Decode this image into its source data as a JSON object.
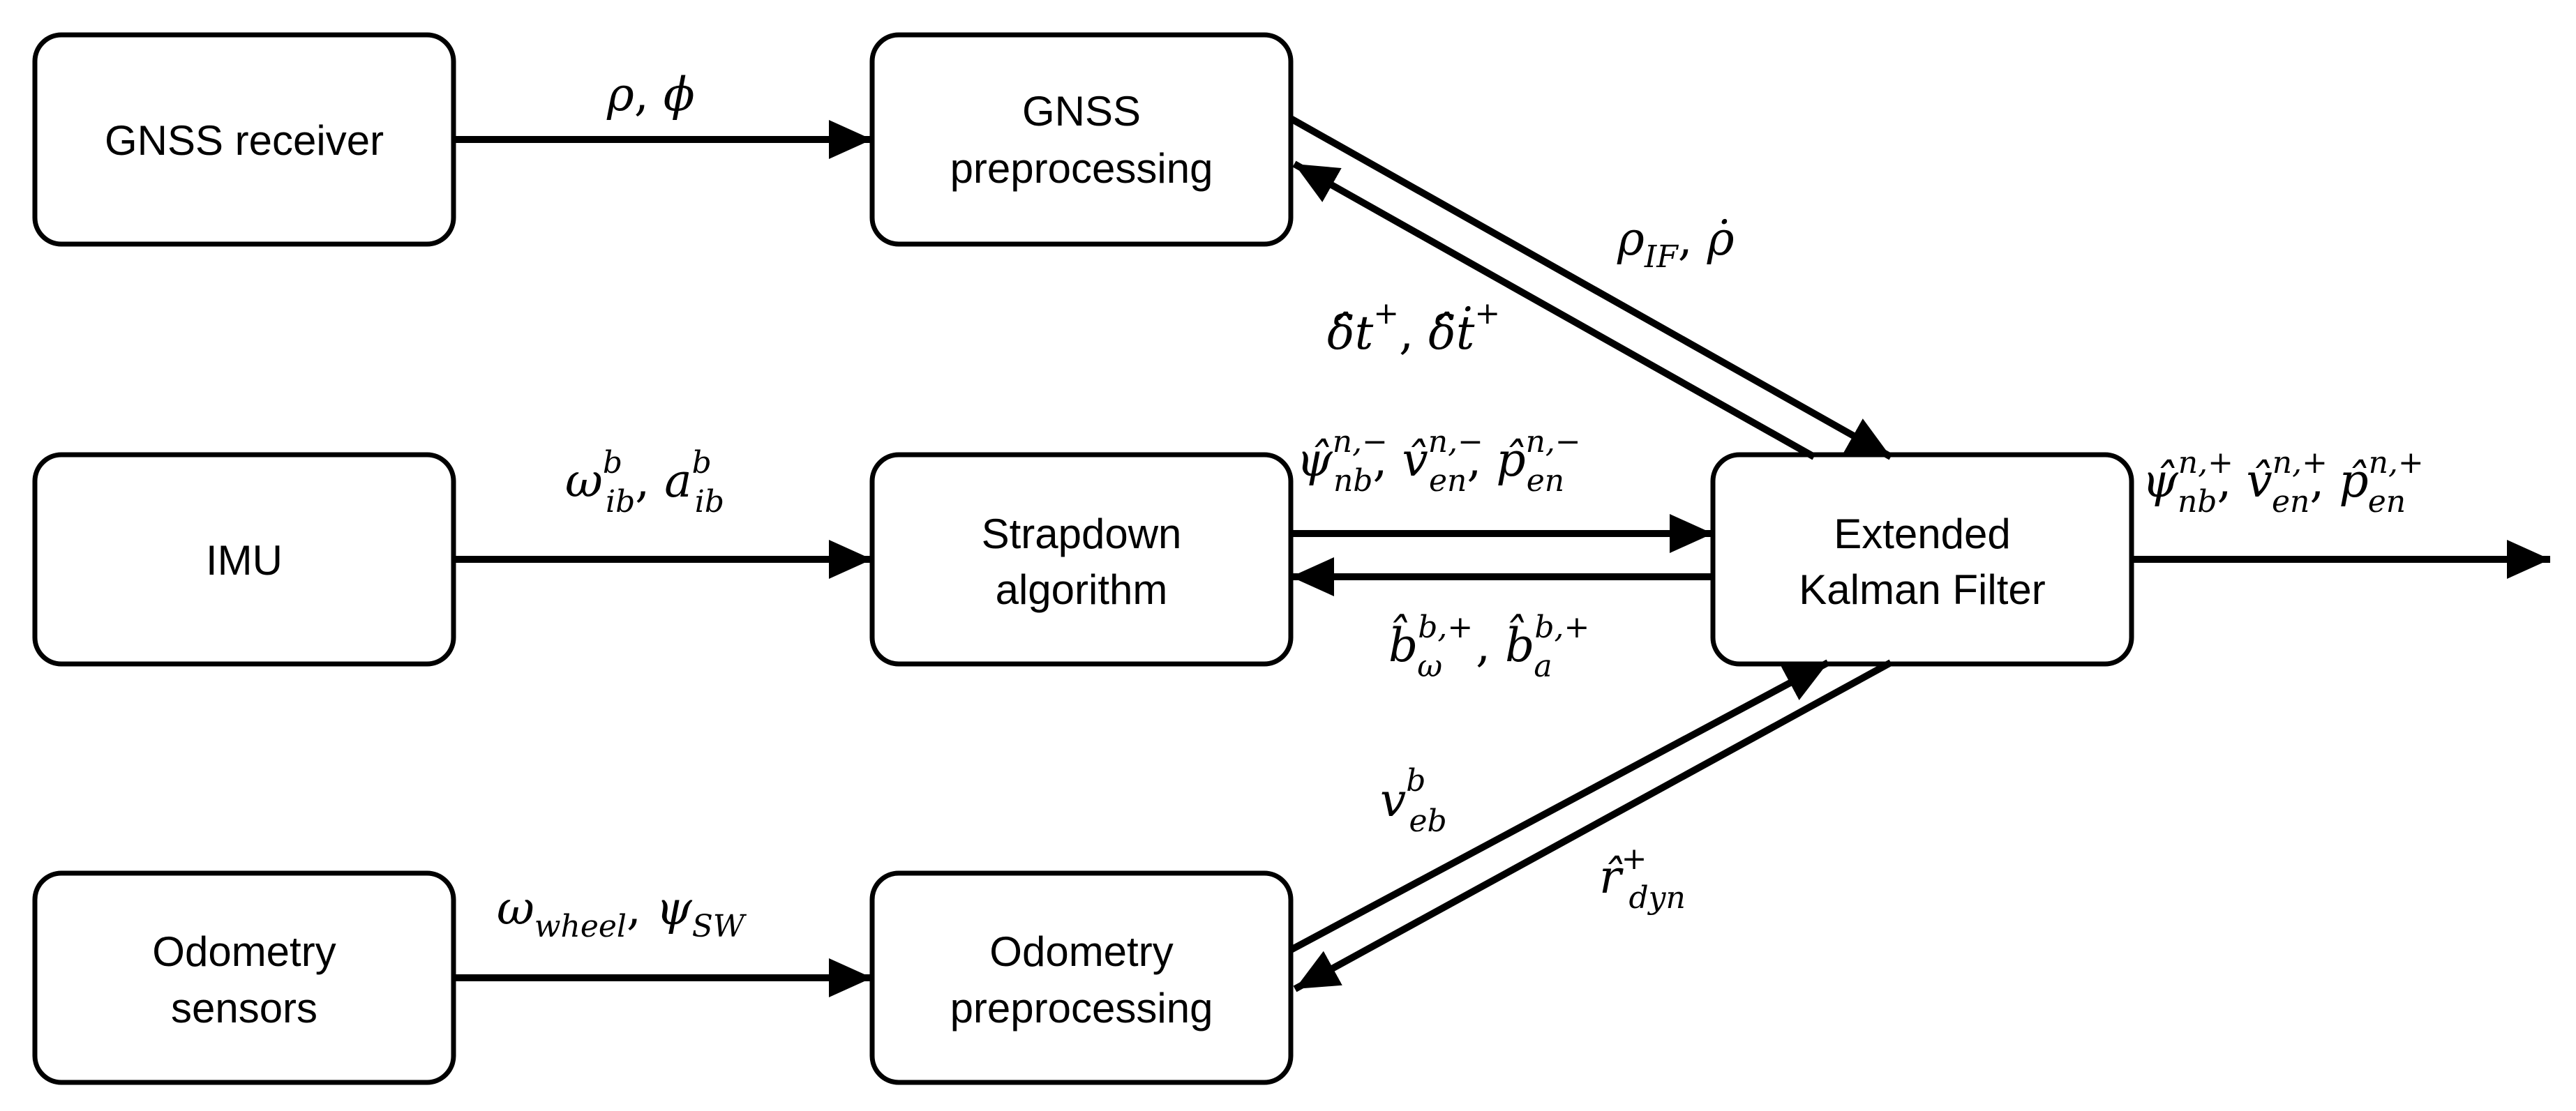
{
  "blocks": {
    "gnss_receiver": {
      "lines": [
        "GNSS receiver"
      ]
    },
    "gnss_preprocessing": {
      "lines": [
        "GNSS",
        "preprocessing"
      ]
    },
    "imu": {
      "lines": [
        "IMU"
      ]
    },
    "strapdown": {
      "lines": [
        "Strapdown",
        "algorithm"
      ]
    },
    "ekf": {
      "lines": [
        "Extended",
        "Kalman Filter"
      ]
    },
    "odometry_sensors": {
      "lines": [
        "Odometry",
        "sensors"
      ]
    },
    "odometry_preprocessing": {
      "lines": [
        "Odometry",
        "preprocessing"
      ]
    }
  },
  "signals": {
    "rho_phi": {
      "text": "ρ, ϕ"
    },
    "rho_if_rhodot": {
      "text": "ρIF, ρ̇"
    },
    "clock_correction": {
      "text": "δ̂t+, δ̂ṫ+"
    },
    "omega_a": {
      "text": "ωbib, abib"
    },
    "nav_prior": {
      "text": "ψ̂n,−nb, v̂n,−en, p̂n,−en"
    },
    "bias_correction": {
      "text": "b̂b,+ω, b̂b,+a"
    },
    "nav_output": {
      "text": "ψ̂n,+nb, v̂n,+en, p̂n,+en"
    },
    "odom_inputs": {
      "text": "ωwheel, ψSW"
    },
    "v_eb": {
      "text": "vbeb"
    },
    "r_dyn": {
      "text": "r̂+dyn"
    }
  },
  "colors": {
    "stroke": "#000000",
    "background": "#ffffff"
  }
}
